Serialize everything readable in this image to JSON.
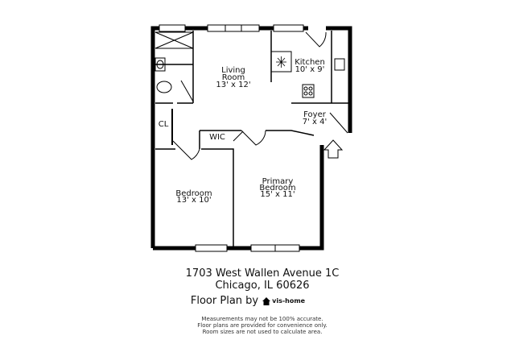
{
  "rooms": {
    "living": {
      "name1": "Living",
      "name2": "Room",
      "size": "13' x 12'"
    },
    "kitchen": {
      "name": "Kitchen",
      "size": "10' x 9'"
    },
    "foyer": {
      "name": "Foyer",
      "size": "7' x 4'"
    },
    "closet": {
      "name": "CL"
    },
    "wic": {
      "name": "WIC"
    },
    "bedroom": {
      "name": "Bedroom",
      "size": "13' x 10'"
    },
    "primary": {
      "name1": "Primary",
      "name2": "Bedroom",
      "size": "15' x 11'"
    }
  },
  "footer": {
    "address_line1": "1703 West Wallen Avenue 1C",
    "address_line2": "Chicago, IL 60626",
    "floor_plan_by": "Floor Plan by",
    "brand": "vis-home",
    "disclaimer1": "Measurements may not be 100% accurate.",
    "disclaimer2": "Floor plans are provided for convenience only.",
    "disclaimer3": "Room sizes are not used to calculate area."
  },
  "icons": {
    "entry": "entry-arrow-icon",
    "brand_logo": "house-logo-icon"
  }
}
